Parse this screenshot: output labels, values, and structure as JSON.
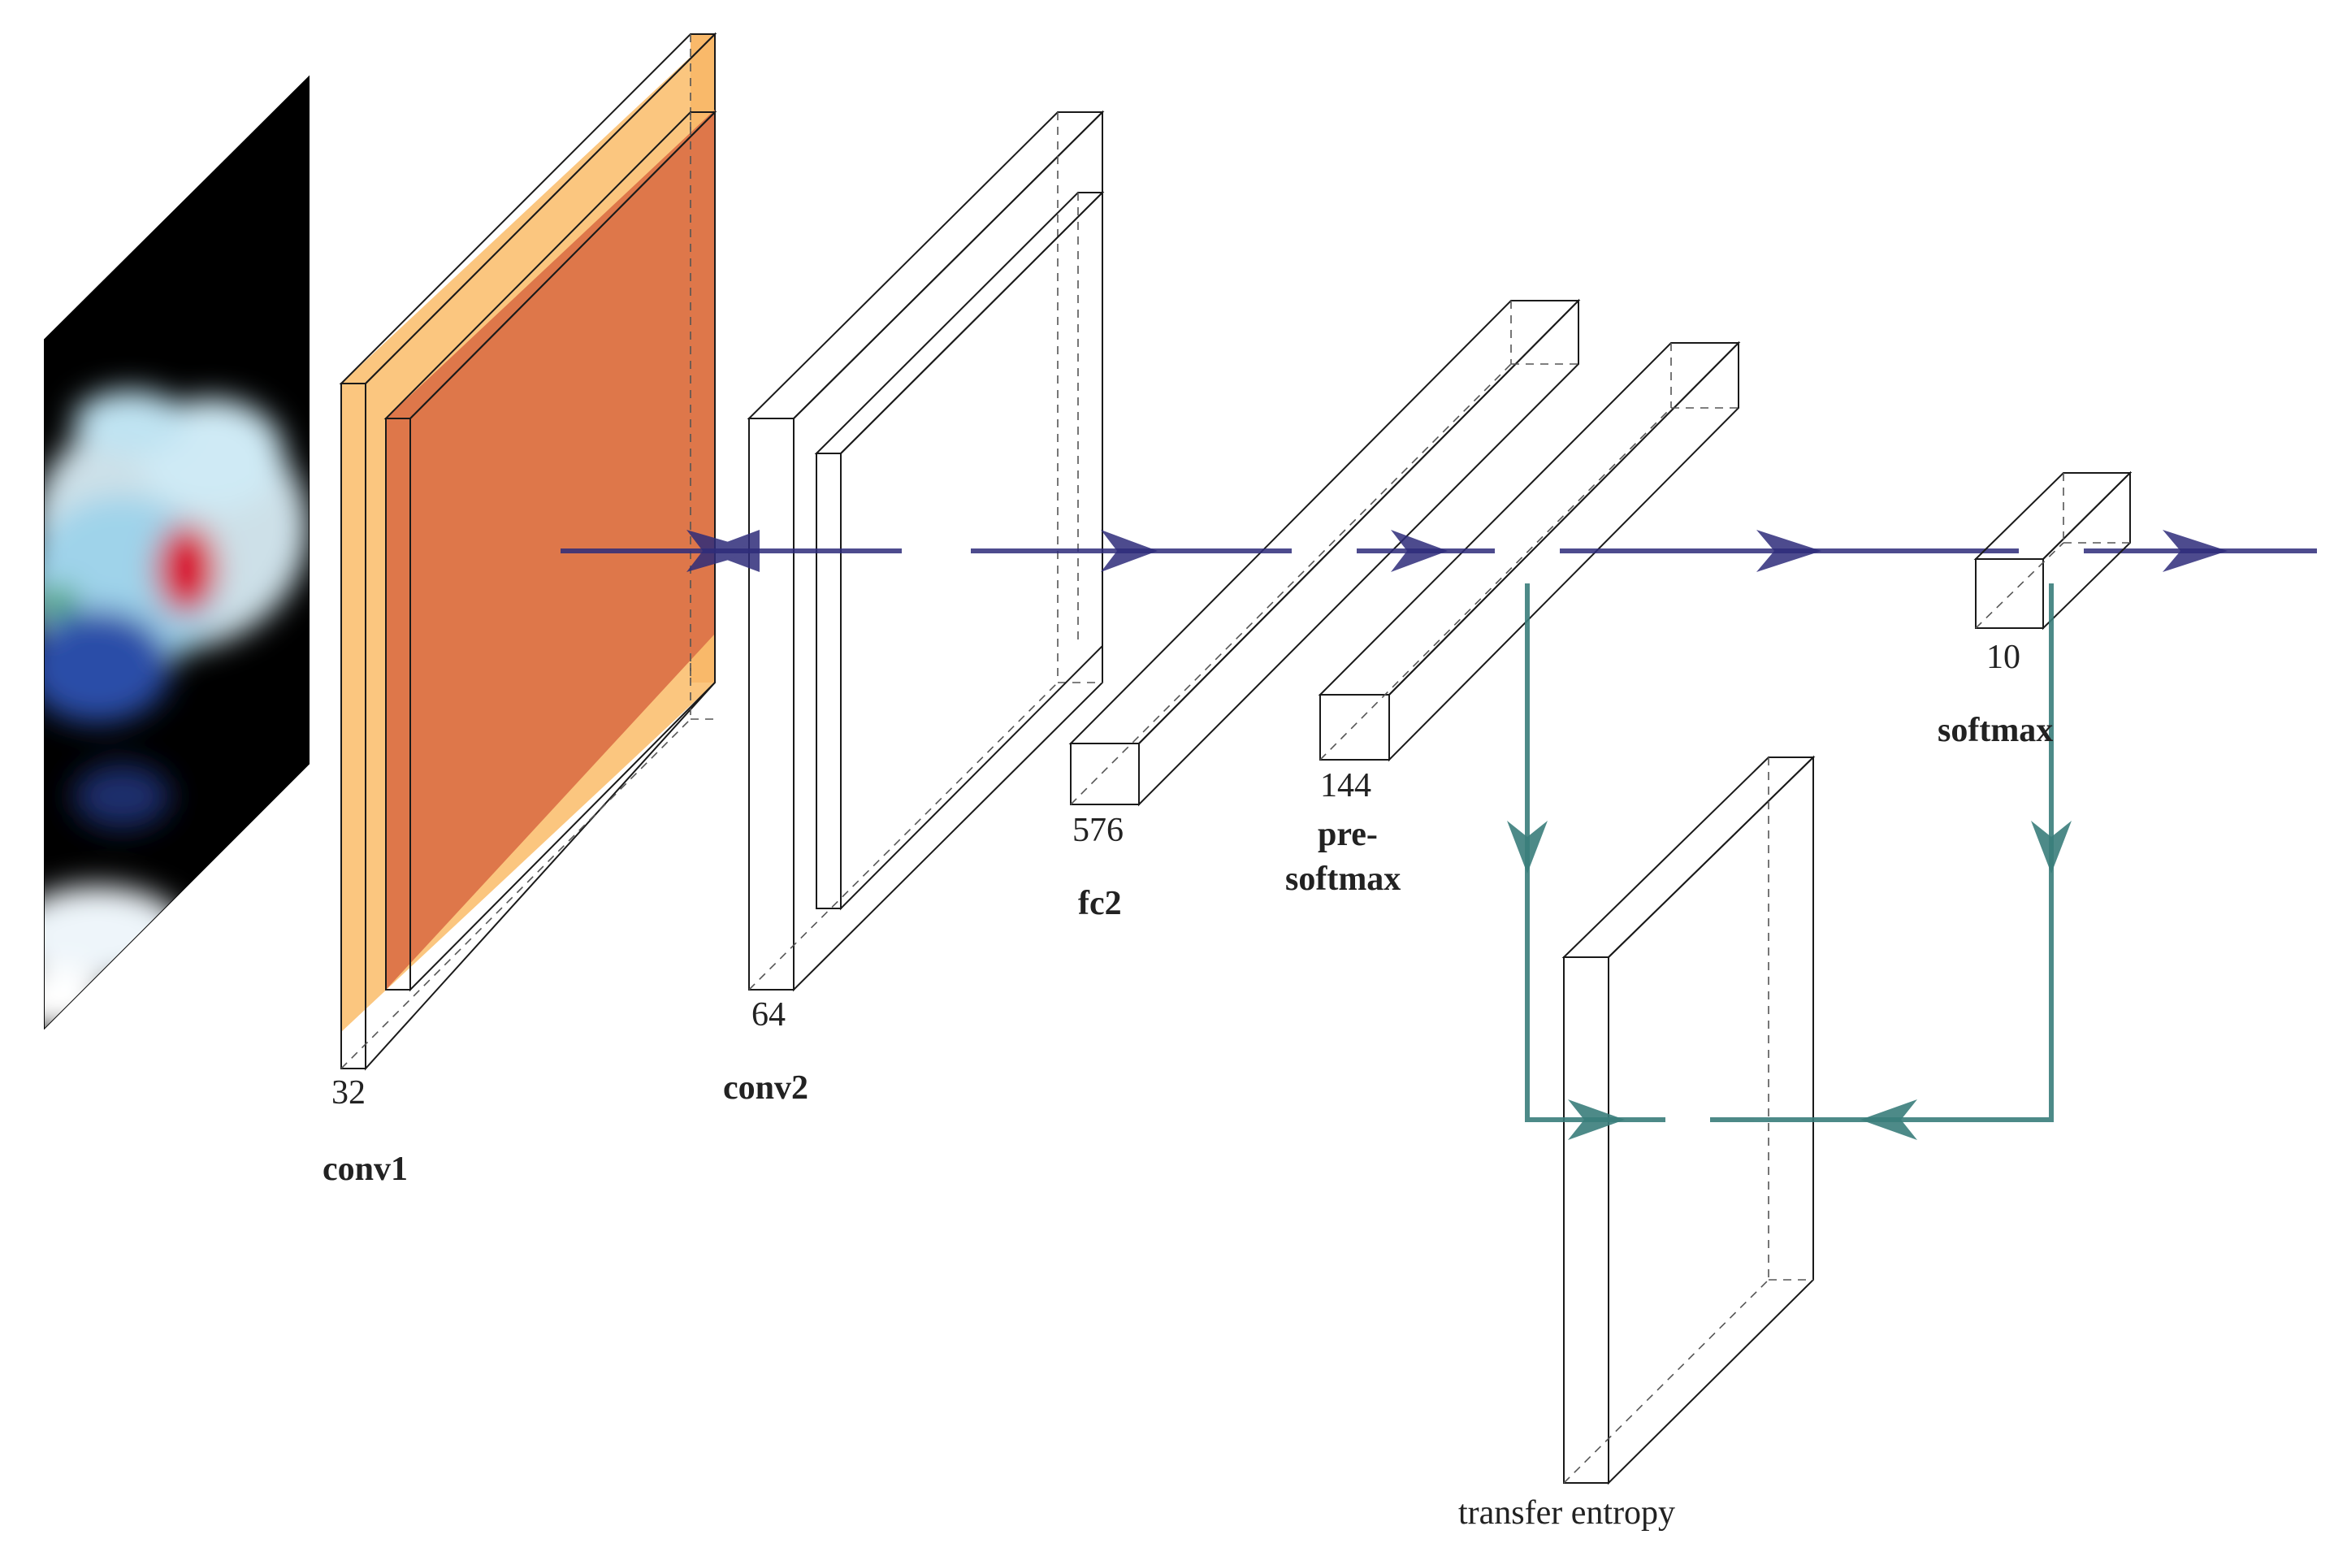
{
  "layers": {
    "conv1": {
      "size": "32",
      "name": "conv1"
    },
    "conv2": {
      "size": "64",
      "name": "conv2"
    },
    "fc2": {
      "size": "576",
      "name": "fc2"
    },
    "presoftmax": {
      "size": "144",
      "name_line1": "pre-",
      "name_line2": "softmax"
    },
    "softmax": {
      "size": "10",
      "name": "softmax"
    },
    "transfer": {
      "name": "transfer entropy"
    }
  },
  "colors": {
    "conv_outer": "#FBC67F",
    "conv_inner": "#DE774A",
    "fc_fill": "#C8B6DC",
    "softmax_fill": "#A882AD",
    "transfer_fill": "#FDE9BE",
    "flow_arrow": "#2E2C7A",
    "te_arrow": "#3A7D7B"
  }
}
